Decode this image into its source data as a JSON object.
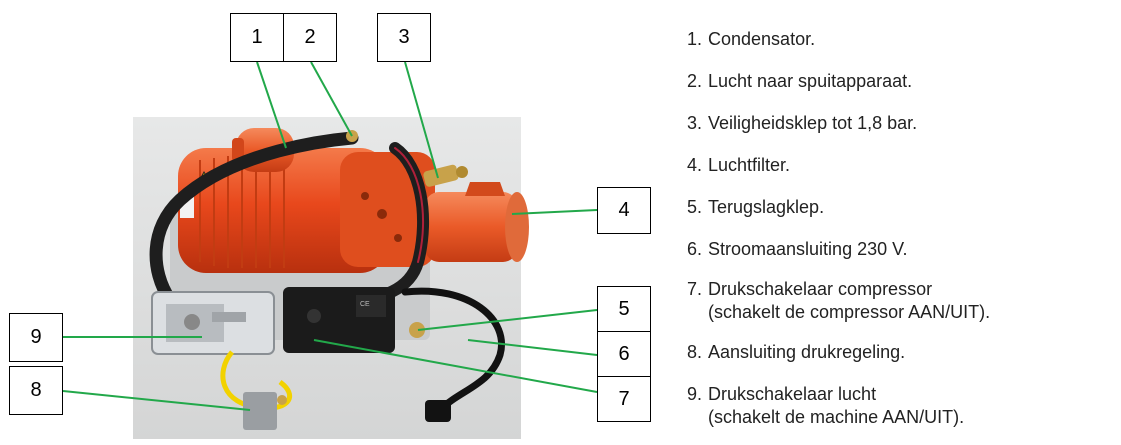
{
  "callouts": [
    "1",
    "2",
    "3",
    "4",
    "5",
    "6",
    "7",
    "8",
    "9"
  ],
  "legend": [
    {
      "num": "1.",
      "line1": "Condensator.",
      "line2": ""
    },
    {
      "num": "2.",
      "line1": "Lucht naar spuitapparaat.",
      "line2": ""
    },
    {
      "num": "3.",
      "line1": "Veiligheidsklep tot 1,8 bar.",
      "line2": ""
    },
    {
      "num": "4.",
      "line1": "Luchtfilter.",
      "line2": ""
    },
    {
      "num": "5.",
      "line1": "Terugslagklep.",
      "line2": ""
    },
    {
      "num": "6.",
      "line1": "Stroomaansluiting 230 V.",
      "line2": ""
    },
    {
      "num": "7.",
      "line1": "Drukschakelaar compressor",
      "line2": "(schakelt de compressor AAN/UIT)."
    },
    {
      "num": "8.",
      "line1": "Aansluiting drukregeling.",
      "line2": ""
    },
    {
      "num": "9.",
      "line1": "Drukschakelaar lucht",
      "line2": "(schakelt de machine AAN/UIT)."
    }
  ],
  "colors": {
    "leader_line": "#22a84a",
    "motor_orange": "#e8481c",
    "hose": "#1e1e1e",
    "cable_yellow": "#f2d200"
  }
}
